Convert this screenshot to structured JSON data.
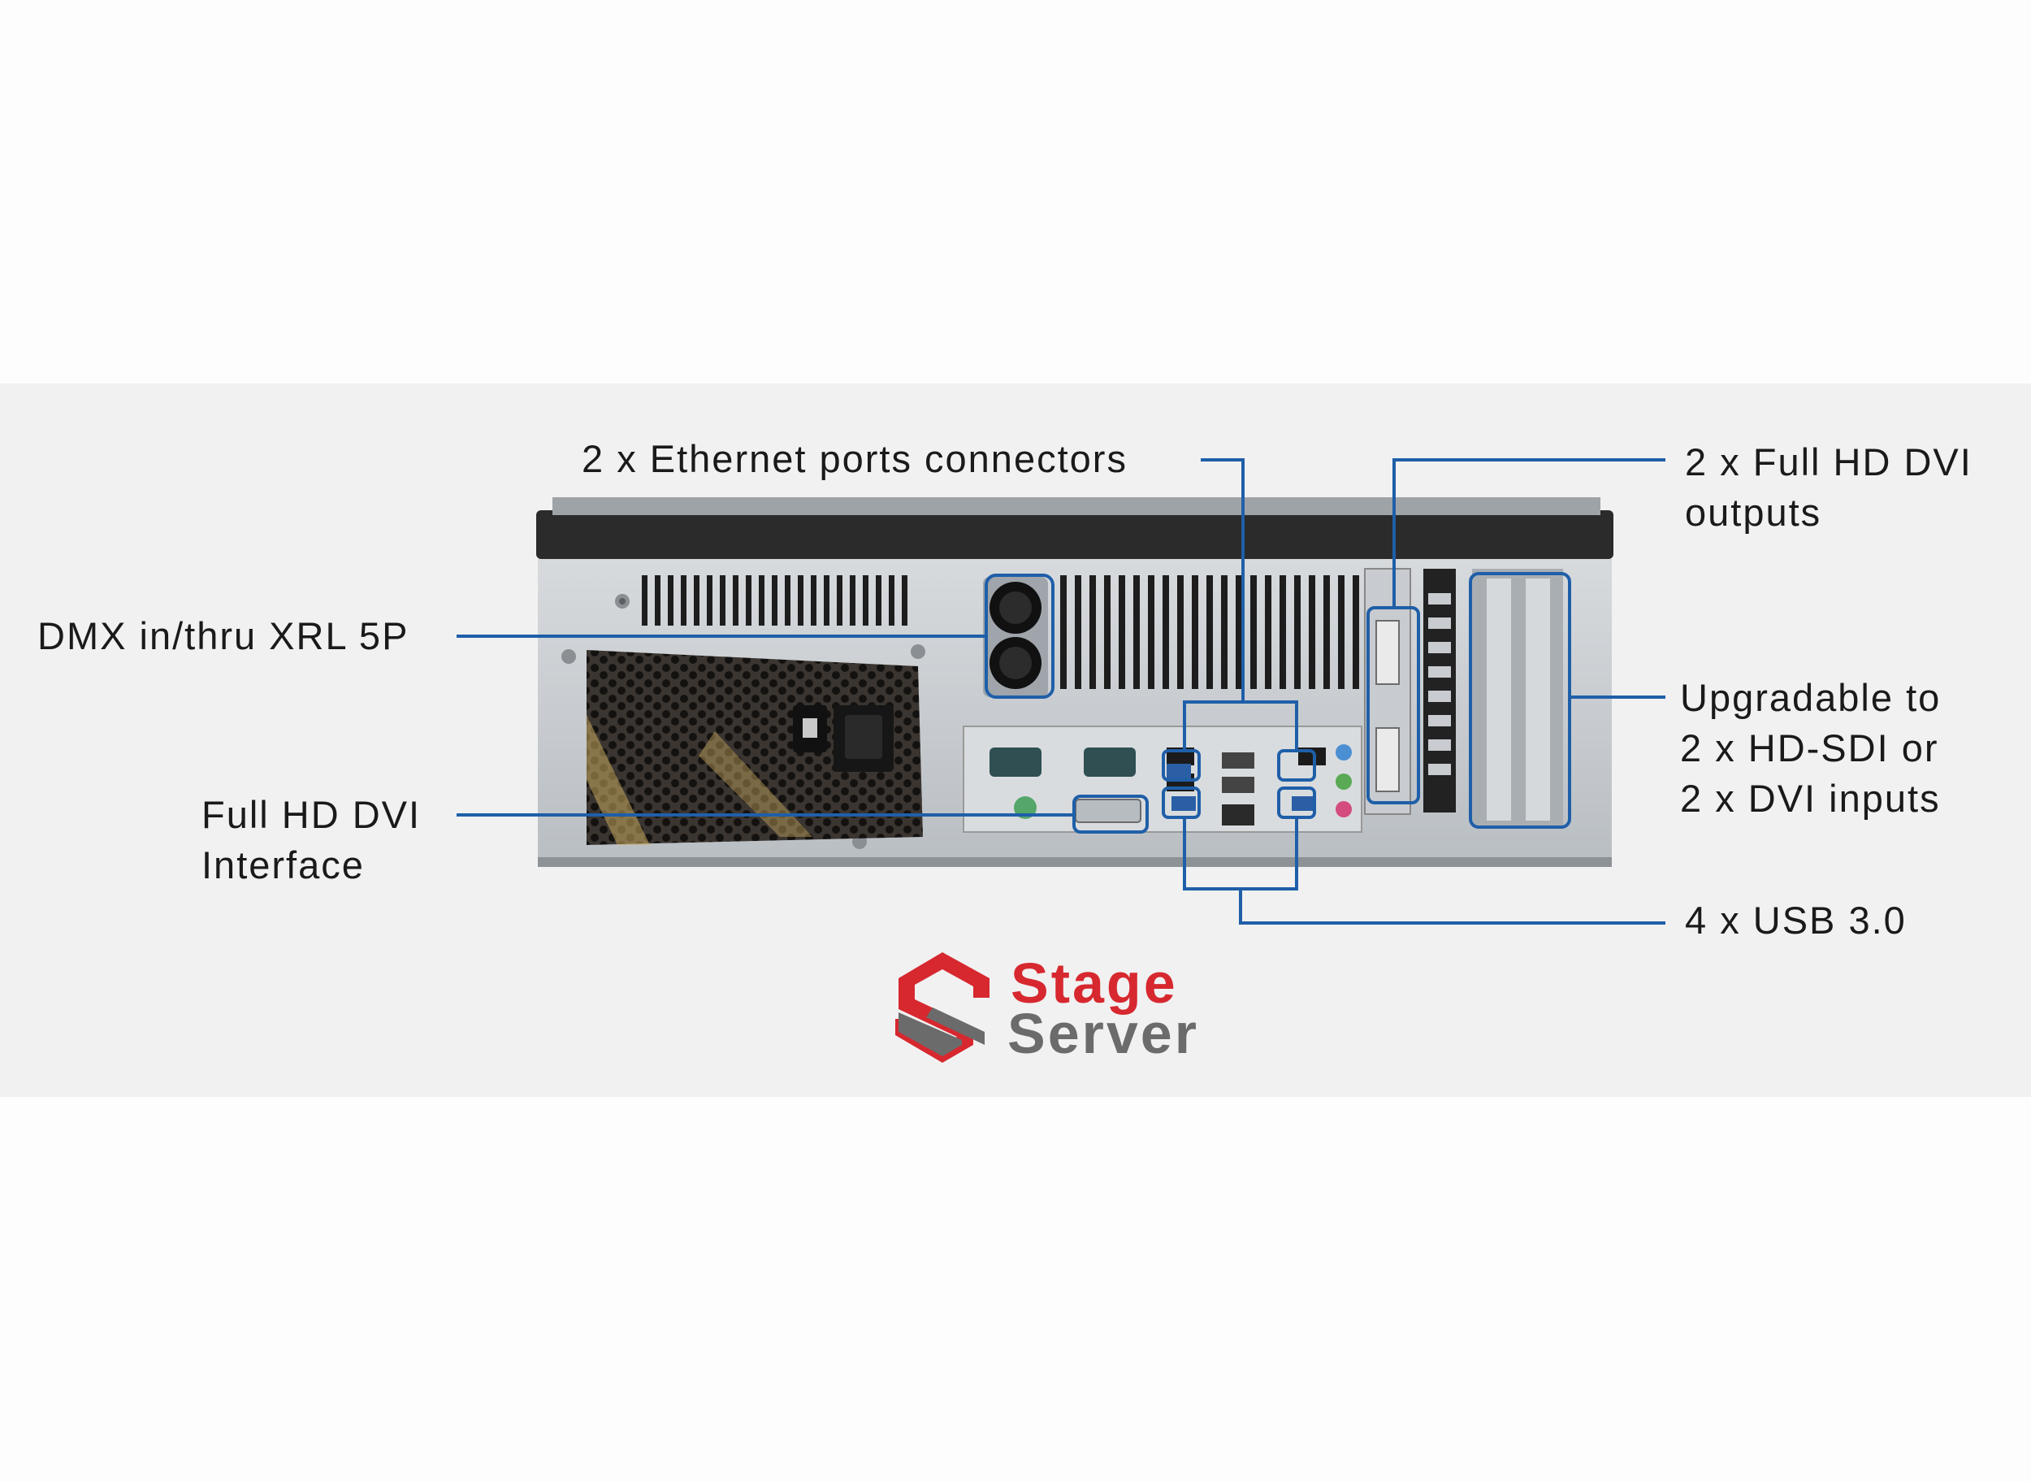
{
  "callouts": {
    "dmx": {
      "lines": [
        "DMX in/thru XRL 5P"
      ]
    },
    "dvi_interface": {
      "lines": [
        "Full HD DVI",
        "Interface"
      ]
    },
    "ethernet": {
      "lines": [
        "2 x Ethernet ports connectors"
      ]
    },
    "dvi_outputs": {
      "lines": [
        "2 x Full HD DVI",
        "outputs"
      ]
    },
    "upgradable": {
      "lines": [
        "Upgradable to",
        "2 x HD-SDI or",
        "2 x DVI inputs"
      ]
    },
    "usb": {
      "lines": [
        "4 x USB 3.0"
      ]
    }
  },
  "brand": {
    "logo_text_line1": "Stage",
    "logo_text_line2": "Server",
    "red": "#d7282f",
    "grey": "#6b6b6b"
  },
  "colors": {
    "leader_blue": "#1f5fa8",
    "background": "#fdfdfd",
    "band": "#f1f1f1"
  }
}
